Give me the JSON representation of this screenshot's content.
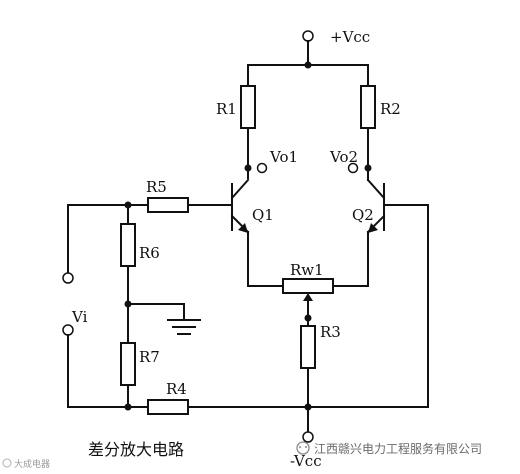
{
  "labels": {
    "vcc_pos": "+Vcc",
    "vcc_neg": "-Vcc",
    "r1": "R1",
    "r2": "R2",
    "r3": "R3",
    "r4": "R4",
    "r5": "R5",
    "r6": "R6",
    "r7": "R7",
    "rw1": "Rw1",
    "vo1": "Vo1",
    "vo2": "Vo2",
    "q1": "Q1",
    "q2": "Q2",
    "vi": "Vi"
  },
  "caption": "差分放大电路",
  "watermark_right": "江西赣兴电力工程服务有限公司",
  "watermark_left": "大成电器"
}
